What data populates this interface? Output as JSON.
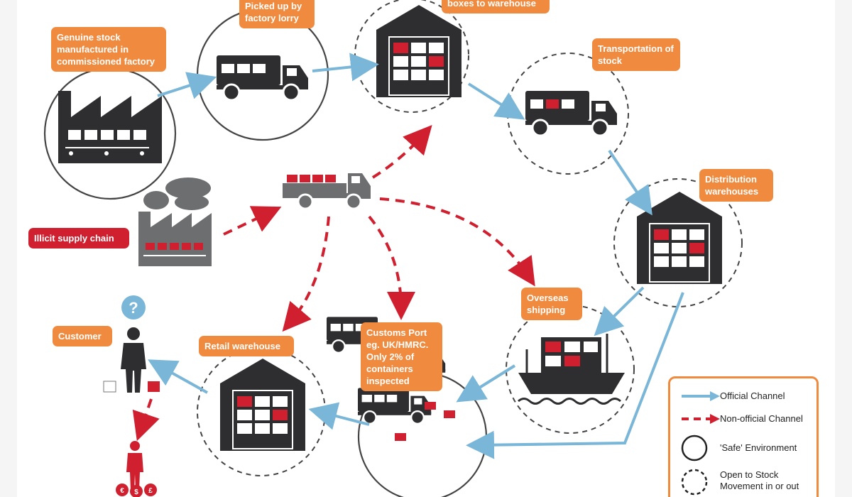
{
  "labels": {
    "genuine_stock": "Genuine stock manufactured in commissioned factory",
    "picked_up": "Picked up by factory lorry",
    "boxes_to_warehouse": "boxes to warehouse",
    "transportation": "Transportation of stock",
    "distribution": "Distribution warehouses",
    "overseas": "Overseas shipping",
    "customs": "Customs Port eg. UK/HMRC. Only 2% of containers inspected",
    "retail": "Retail warehouse",
    "customer": "Customer",
    "illicit": "Illicit supply chain"
  },
  "legend": {
    "official": "Official Channel",
    "non_official": "Non-official Channel",
    "safe": "'Safe' Environment",
    "open": "Open to Stock Movement in or out"
  },
  "icons": {
    "question": "?",
    "currency": [
      "€",
      "$",
      "£"
    ]
  },
  "colors": {
    "official": "#7ab6d8",
    "non_official": "#d0202f",
    "label": "#f08a3e",
    "icon": "#2e2e30",
    "illicit_icon": "#6d6e70"
  }
}
